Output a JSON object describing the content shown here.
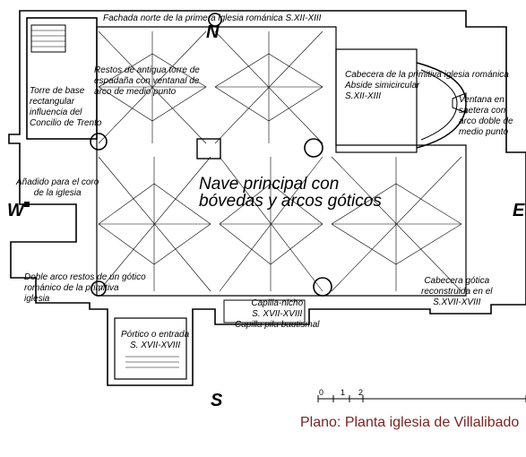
{
  "cardinal": {
    "north": "N",
    "south": "S",
    "east": "E",
    "west": "W"
  },
  "labels": {
    "fachada_norte": "Fachada norte de la primera iglesia románica S.XII-XIII",
    "restos_torre": [
      "Restos de antigua torre de",
      "espadaña con ventanal de",
      "arco de medio punto"
    ],
    "torre_base": [
      "Torre de base",
      "rectangular",
      "influencia del",
      "Concilio de Trento"
    ],
    "cabecera_primitiva": [
      "Cabecera de la  primitiva iglesia románica",
      "Abside simicircular",
      "S.XII-XIII"
    ],
    "ventana": [
      "Ventana en",
      "saetera con",
      "arco doble de",
      "medio punto"
    ],
    "anadido_coro": [
      "Añadido para el  coro",
      "de la iglesia"
    ],
    "nave": [
      "Nave principal con",
      "bóvedas y arcos góticos"
    ],
    "doble_arco": [
      "Doble arco restos de un  gótico",
      "románico de la primitiva",
      "iglesia"
    ],
    "capilla_nicho": [
      "Capilla-nicho",
      "S. XVII-XVIII",
      "Capilla pila bautismal"
    ],
    "cabecera_gotica": [
      "Cabecera gótica",
      "reconstruida en el",
      "S.XVII-XVIII"
    ],
    "portico": [
      "Pórtico o entrada",
      "S. XVII-XVIII"
    ]
  },
  "scale": {
    "ticks": [
      "0",
      "1",
      "2"
    ]
  },
  "caption": "Plano: Planta iglesia de Villalibado",
  "colors": {
    "ink": "#000000",
    "caption": "#7a2323",
    "paper": "#ffffff"
  }
}
